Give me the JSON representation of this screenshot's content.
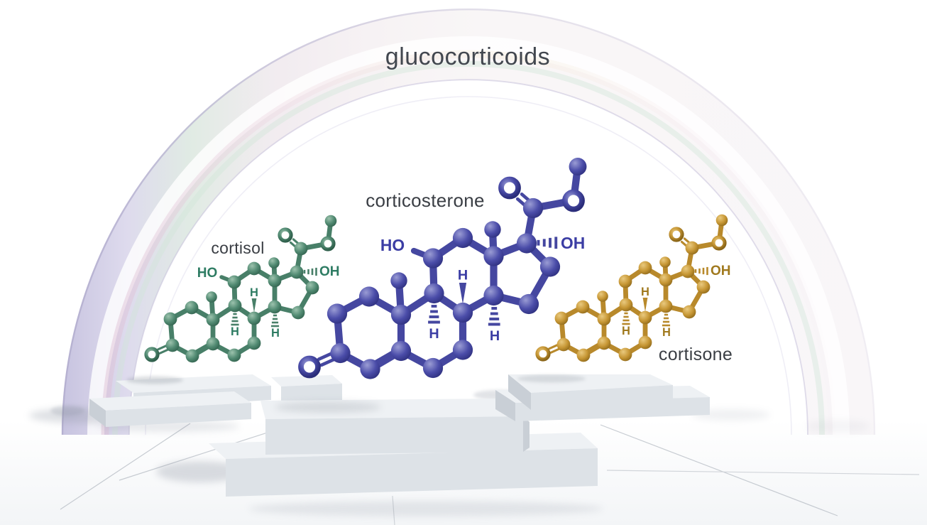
{
  "title": "glucocorticoids",
  "molecules": [
    {
      "name": "cortisol",
      "substituent_labels": {
        "ho": "HO",
        "oh": "OH",
        "hydrogen": "H"
      },
      "color": {
        "base": "#518a72",
        "light": "#9cc2ad",
        "dark": "#2f5f4b",
        "stick": "#487f68",
        "label": "#2e7c63"
      }
    },
    {
      "name": "corticosterone",
      "substituent_labels": {
        "ho": "HO",
        "oh": "OH",
        "hydrogen": "H"
      },
      "color": {
        "base": "#4b4da9",
        "light": "#9a9cd4",
        "dark": "#2b2d7a",
        "stick": "#4547a0",
        "label": "#3b3da4"
      }
    },
    {
      "name": "cortisone",
      "substituent_labels": {
        "oh": "OH",
        "hydrogen": "H"
      },
      "color": {
        "base": "#c79735",
        "light": "#e9c97e",
        "dark": "#8a6518",
        "stick": "#b8892b",
        "label": "#a0791e"
      }
    }
  ],
  "arch": {
    "tint_left": "#c4c0de",
    "tint_mid": "#d9e6dd",
    "tint_right": "#e9e0e7"
  },
  "pedestal_colors": {
    "top": "#eef1f4",
    "front": "#dde2e7",
    "side": "#c9cfd6"
  }
}
